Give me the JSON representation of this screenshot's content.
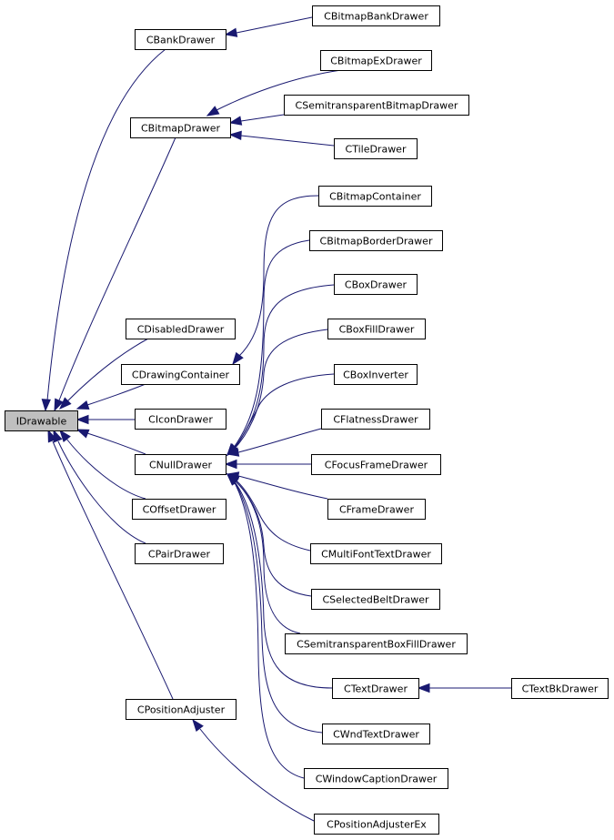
{
  "colors": {
    "edge": "#191970",
    "root_fill": "#bfbfbf",
    "node_fill": "#ffffff",
    "border": "#000000"
  },
  "nodes": {
    "IDrawable": "IDrawable",
    "CBankDrawer": "CBankDrawer",
    "CBitmapBankDrawer": "CBitmapBankDrawer",
    "CBitmapExDrawer": "CBitmapExDrawer",
    "CBitmapDrawer": "CBitmapDrawer",
    "CSemitransparentBitmapDrawer": "CSemitransparentBitmapDrawer",
    "CTileDrawer": "CTileDrawer",
    "CBitmapContainer": "CBitmapContainer",
    "CBitmapBorderDrawer": "CBitmapBorderDrawer",
    "CBoxDrawer": "CBoxDrawer",
    "CBoxFillDrawer": "CBoxFillDrawer",
    "CDisabledDrawer": "CDisabledDrawer",
    "CDrawingContainer": "CDrawingContainer",
    "CBoxInverter": "CBoxInverter",
    "CIconDrawer": "CIconDrawer",
    "CFlatnessDrawer": "CFlatnessDrawer",
    "CNullDrawer": "CNullDrawer",
    "CFocusFrameDrawer": "CFocusFrameDrawer",
    "COffsetDrawer": "COffsetDrawer",
    "CFrameDrawer": "CFrameDrawer",
    "CPairDrawer": "CPairDrawer",
    "CMultiFontTextDrawer": "CMultiFontTextDrawer",
    "CSelectedBeltDrawer": "CSelectedBeltDrawer",
    "CSemitransparentBoxFillDrawer": "CSemitransparentBoxFillDrawer",
    "CTextDrawer": "CTextDrawer",
    "CTextBkDrawer": "CTextBkDrawer",
    "CPositionAdjuster": "CPositionAdjuster",
    "CWndTextDrawer": "CWndTextDrawer",
    "CWindowCaptionDrawer": "CWindowCaptionDrawer",
    "CPositionAdjusterEx": "CPositionAdjusterEx"
  },
  "edges": [
    [
      "CBankDrawer",
      "IDrawable"
    ],
    [
      "CBitmapDrawer",
      "IDrawable"
    ],
    [
      "CDisabledDrawer",
      "IDrawable"
    ],
    [
      "CDrawingContainer",
      "IDrawable"
    ],
    [
      "CIconDrawer",
      "IDrawable"
    ],
    [
      "CNullDrawer",
      "IDrawable"
    ],
    [
      "COffsetDrawer",
      "IDrawable"
    ],
    [
      "CPairDrawer",
      "IDrawable"
    ],
    [
      "CPositionAdjuster",
      "IDrawable"
    ],
    [
      "CBitmapBankDrawer",
      "CBankDrawer"
    ],
    [
      "CBitmapExDrawer",
      "CBitmapDrawer"
    ],
    [
      "CSemitransparentBitmapDrawer",
      "CBitmapDrawer"
    ],
    [
      "CTileDrawer",
      "CBitmapDrawer"
    ],
    [
      "CBitmapContainer",
      "CDrawingContainer"
    ],
    [
      "CBitmapBorderDrawer",
      "CNullDrawer"
    ],
    [
      "CBoxDrawer",
      "CNullDrawer"
    ],
    [
      "CBoxFillDrawer",
      "CNullDrawer"
    ],
    [
      "CBoxInverter",
      "CNullDrawer"
    ],
    [
      "CFlatnessDrawer",
      "CNullDrawer"
    ],
    [
      "CFocusFrameDrawer",
      "CNullDrawer"
    ],
    [
      "CFrameDrawer",
      "CNullDrawer"
    ],
    [
      "CMultiFontTextDrawer",
      "CNullDrawer"
    ],
    [
      "CSelectedBeltDrawer",
      "CNullDrawer"
    ],
    [
      "CSemitransparentBoxFillDrawer",
      "CNullDrawer"
    ],
    [
      "CTextDrawer",
      "CNullDrawer"
    ],
    [
      "CWndTextDrawer",
      "CNullDrawer"
    ],
    [
      "CWindowCaptionDrawer",
      "CNullDrawer"
    ],
    [
      "CTextBkDrawer",
      "CTextDrawer"
    ],
    [
      "CPositionAdjusterEx",
      "CPositionAdjuster"
    ]
  ]
}
